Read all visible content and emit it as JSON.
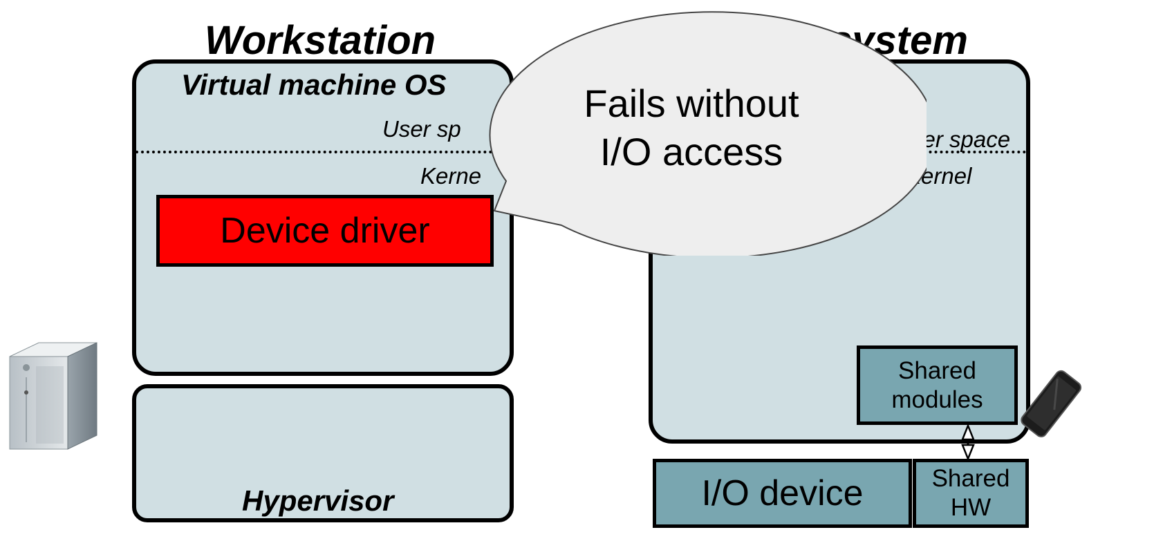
{
  "diagram": {
    "left_heading": "Workstation",
    "right_heading_visible": "system",
    "vm_os_label": "Virtual machine OS",
    "left_user_space_partial": "User sp",
    "left_kernel_partial": "Kerne",
    "right_user_space_partial": "ser space",
    "right_kernel": "Kernel",
    "device_driver": "Device driver",
    "hypervisor": "Hypervisor",
    "shared_modules": [
      "Shared",
      "modules"
    ],
    "io_device": "I/O device",
    "shared_hw": [
      "Shared",
      "HW"
    ],
    "callout": [
      "Fails without",
      "I/O access"
    ]
  },
  "colors": {
    "panel_fill": "#d0dfe3",
    "teal_box": "#79a6b0",
    "device_driver_fill": "#ff0000",
    "bubble_fill": "#eeeeee"
  },
  "icons": [
    "server-tower-icon",
    "smartphone-icon",
    "double-arrow-icon"
  ]
}
